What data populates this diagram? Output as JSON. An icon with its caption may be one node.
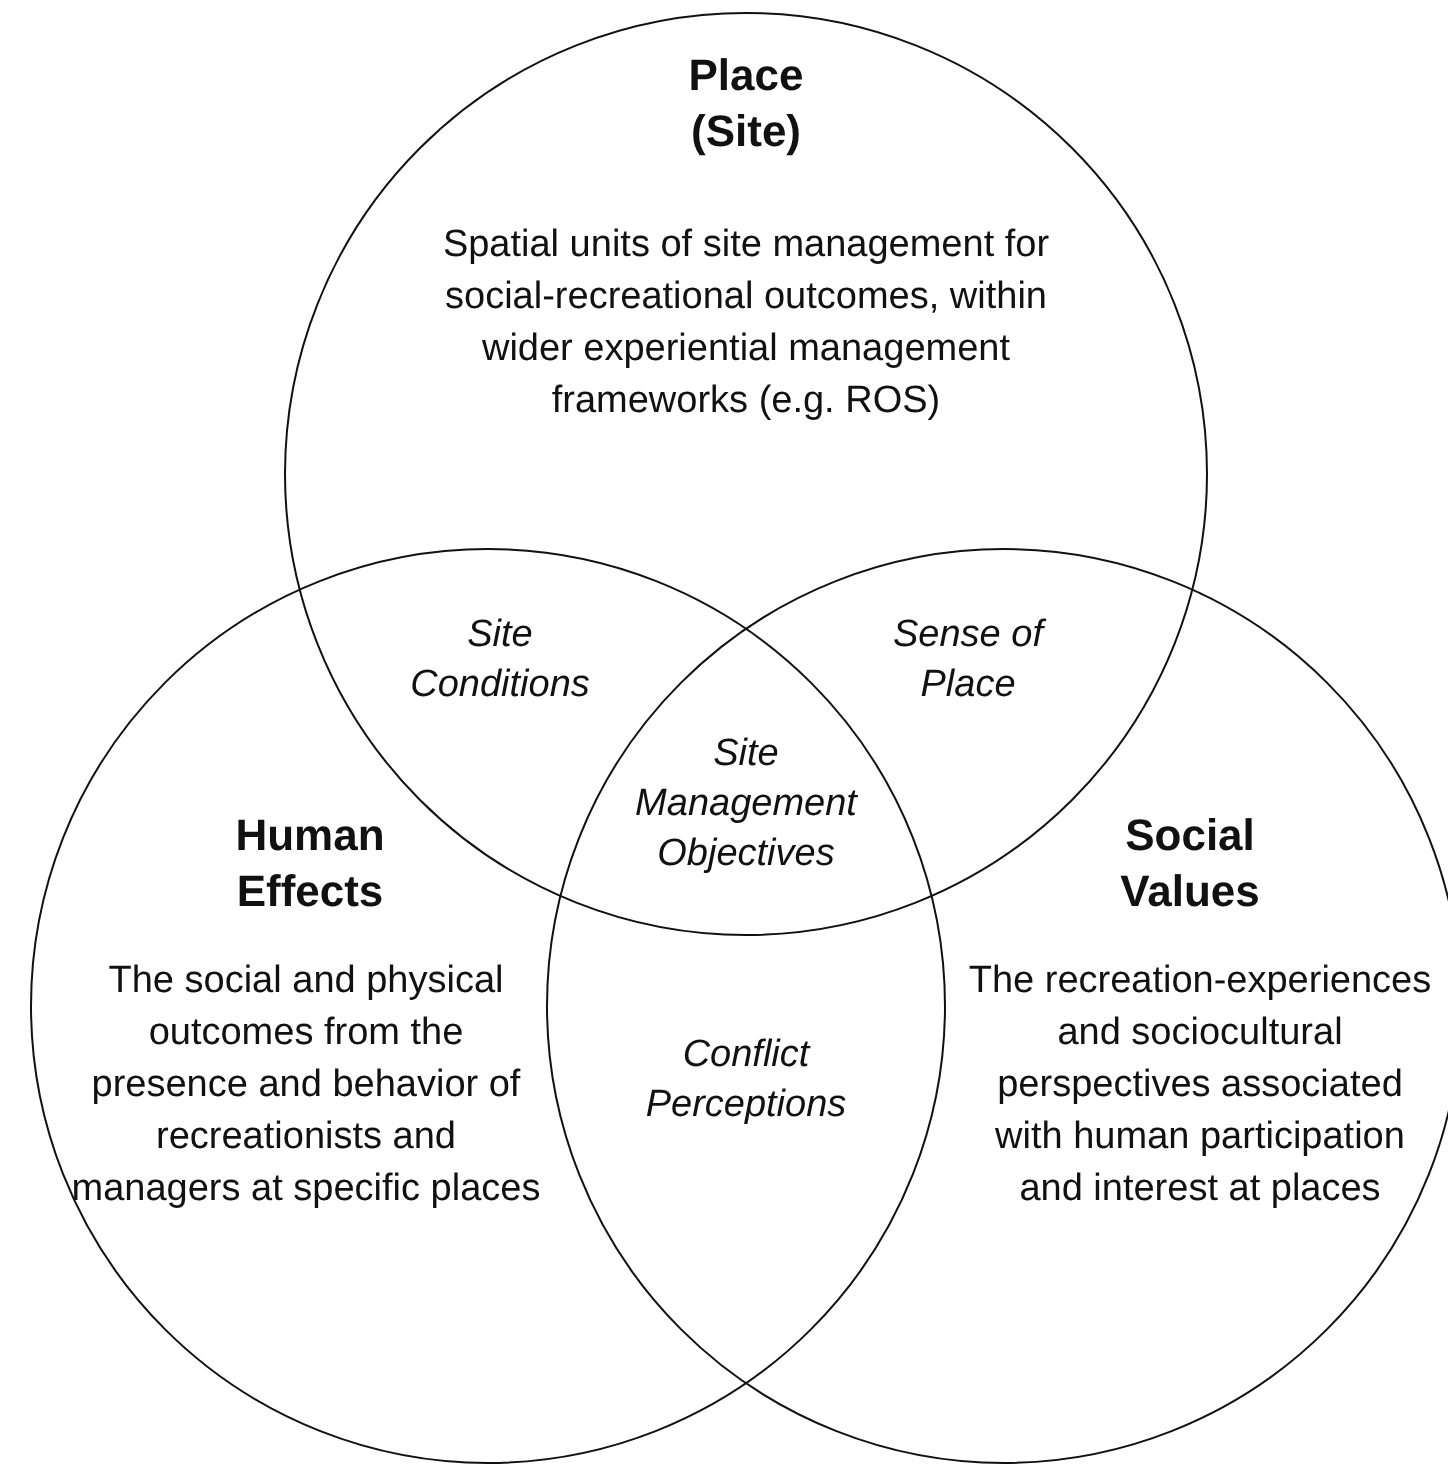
{
  "diagram": {
    "nodes": [
      {
        "text": [
          "Place (Site)",
          "Spatial units of site management for social-recreational outcomes, within wider experiential management frameworks (e.g. ROS)"
        ]
      },
      {
        "text": [
          "Human Effects",
          "The social and physical outcomes from the presence and behavior of recreationists and managers at specific places"
        ]
      },
      {
        "text": [
          "Social Values",
          "The recreation-experiences and sociocultural perspectives associated with human participation and interest at places"
        ]
      }
    ],
    "labels": [
      "Site Conditions",
      "Sense of Place",
      "Site Management Objectives",
      "Conflict Perceptions"
    ]
  }
}
